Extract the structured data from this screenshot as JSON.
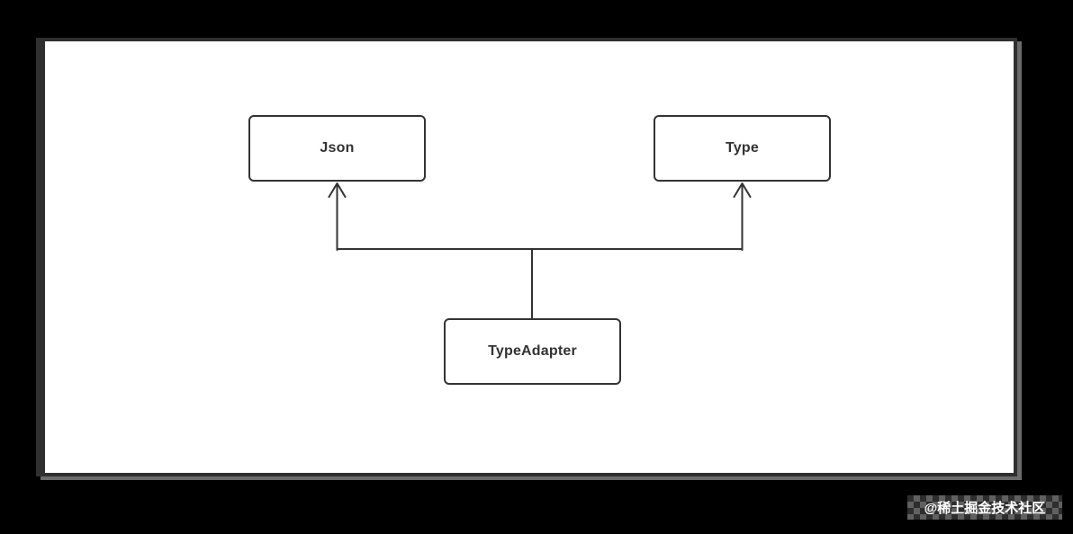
{
  "diagram": {
    "nodes": [
      {
        "id": "json",
        "label": "Json"
      },
      {
        "id": "type",
        "label": "Type"
      },
      {
        "id": "typeadapter",
        "label": "TypeAdapter"
      }
    ],
    "edges": [
      {
        "from": "typeadapter",
        "to": "json",
        "arrow": "open-arrowhead"
      },
      {
        "from": "typeadapter",
        "to": "type",
        "arrow": "open-arrowhead"
      }
    ],
    "colors": {
      "stroke": "#333333",
      "node_background": "#ffffff",
      "canvas_background": "#ffffff",
      "canvas_border": "#2f2f2f",
      "canvas_shadow": "#6b6b6b",
      "page_background": "#000000"
    }
  },
  "watermark": {
    "text": "@稀土掘金技术社区"
  }
}
